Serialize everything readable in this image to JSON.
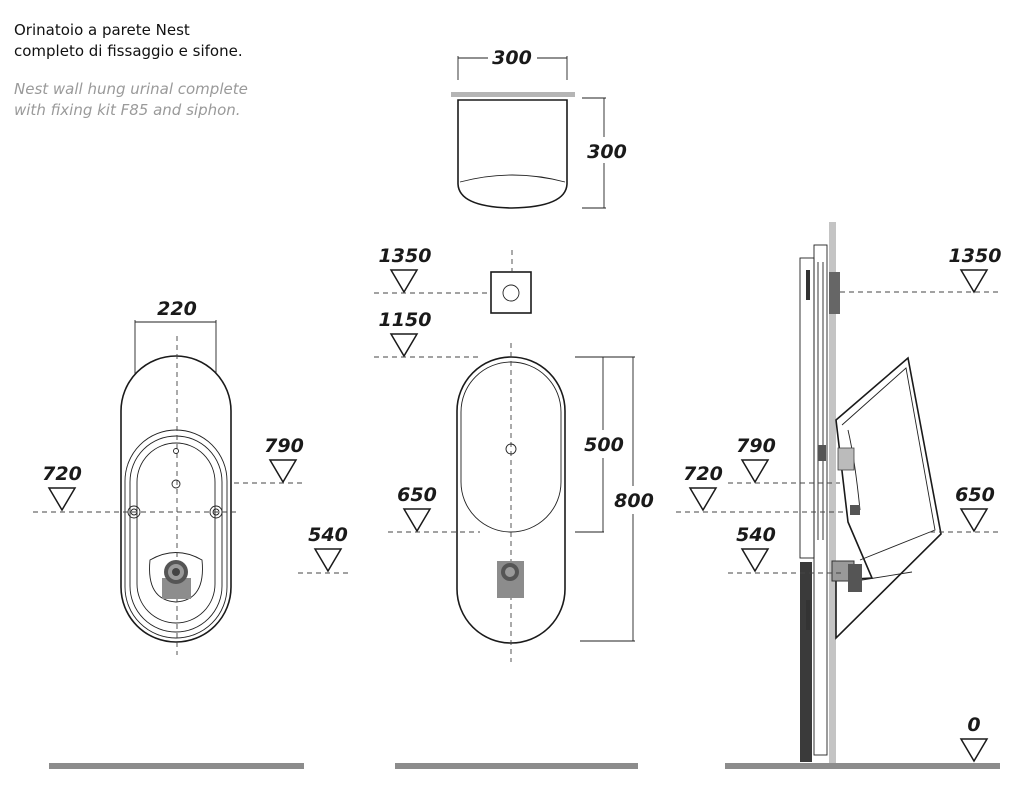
{
  "title": {
    "it_line1": "Orinatoio a parete Nest",
    "it_line2": "completo di fissaggio e sifone.",
    "en_line1": "Nest wall hung urinal complete",
    "en_line2": "with fixing kit F85 and siphon."
  },
  "top_view": {
    "width": "300",
    "depth": "300"
  },
  "back_view": {
    "width": "220",
    "level_790": "790",
    "level_720": "720",
    "level_540": "540"
  },
  "front_view": {
    "level_1350": "1350",
    "level_1150": "1150",
    "level_650": "650",
    "height_500": "500",
    "height_800": "800"
  },
  "side_view": {
    "level_1350": "1350",
    "level_790": "790",
    "level_720": "720",
    "level_650": "650",
    "level_540": "540",
    "level_0": "0"
  }
}
